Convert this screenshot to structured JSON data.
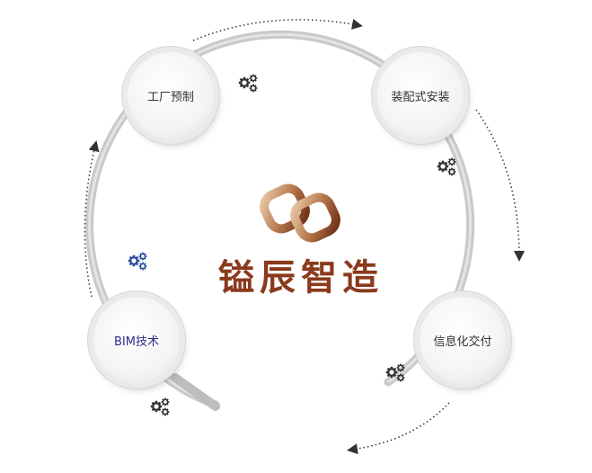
{
  "logo": {
    "name": "镒辰智造",
    "color": "#8a3a1c"
  },
  "nodes": [
    {
      "label": "工厂预制"
    },
    {
      "label": "装配式安装"
    },
    {
      "label": "BIM技术",
      "color": "#2d2d8f"
    },
    {
      "label": "信息化交付"
    }
  ]
}
